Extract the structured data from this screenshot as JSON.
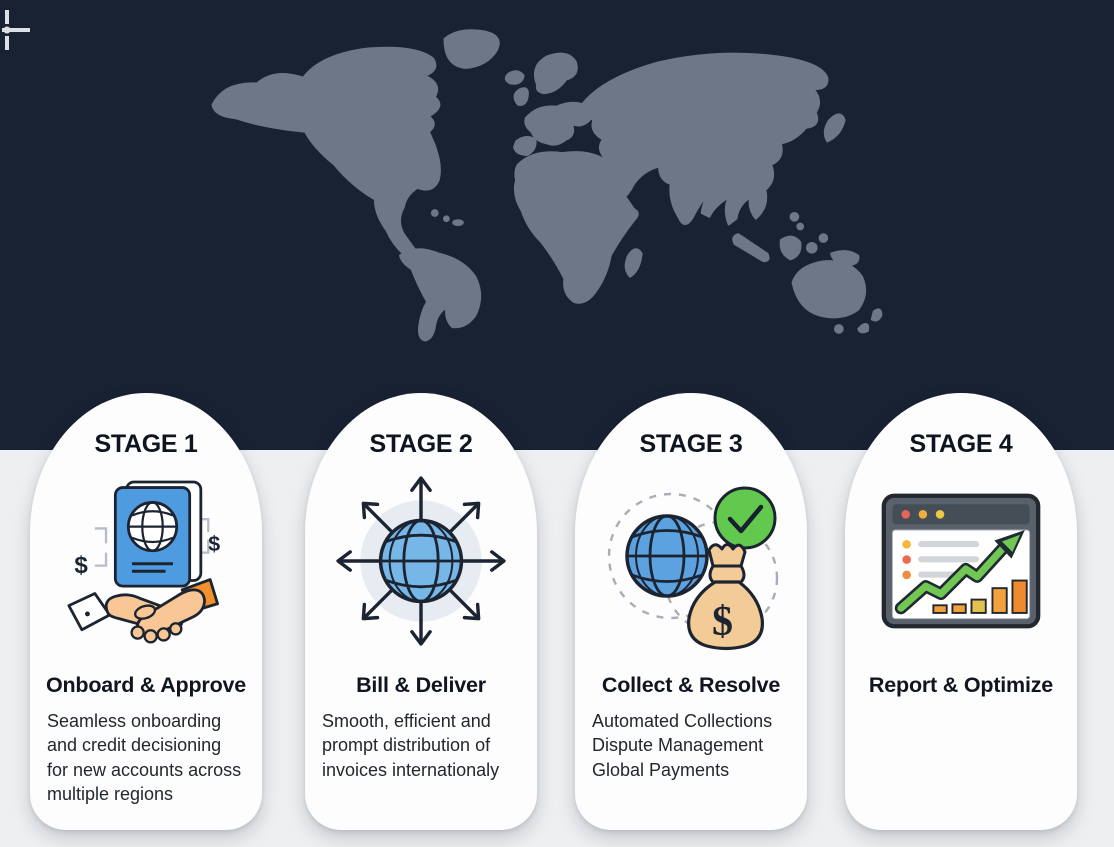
{
  "hero": {
    "background_color": "#192232",
    "map_color": "#6e7787",
    "map_name": "world-map-silhouette"
  },
  "footer_background_color": "#edeff1",
  "stages": [
    {
      "stage_label": "STAGE 1",
      "title": "Onboard & Approve",
      "description": "Seamless  onboarding\nand credit decisioning\nfor new accounts across\nmultiple regions",
      "icon": "passport-handshake-icon",
      "icon_colors": {
        "passport": "#4f9be0",
        "sleeve_right": "#f0912e",
        "hands": "#f8c795"
      }
    },
    {
      "stage_label": "STAGE 2",
      "title": "Bill & Deliver",
      "description": "Smooth, efficient and\nprompt distribution of\ninvoices internationaly",
      "icon": "globe-distribution-arrows-icon",
      "icon_colors": {
        "globe": "#76b7e8",
        "halo": "#e7ecf3",
        "arrows": "#1b2430"
      }
    },
    {
      "stage_label": "STAGE 3",
      "title": "Collect & Resolve",
      "description": "Automated Collections\nDispute Management\nGlobal Payments",
      "icon": "globe-check-moneybag-icon",
      "icon_colors": {
        "globe": "#5da2e0",
        "check_circle": "#62c94e",
        "money_bag": "#f2cb97"
      }
    },
    {
      "stage_label": "STAGE 4",
      "title": "Report & Optimize",
      "description": "",
      "icon": "analytics-dashboard-icon",
      "icon_colors": {
        "frame": "#59616c",
        "arrow": "#72c653",
        "bars": "#f2a13c"
      }
    }
  ]
}
